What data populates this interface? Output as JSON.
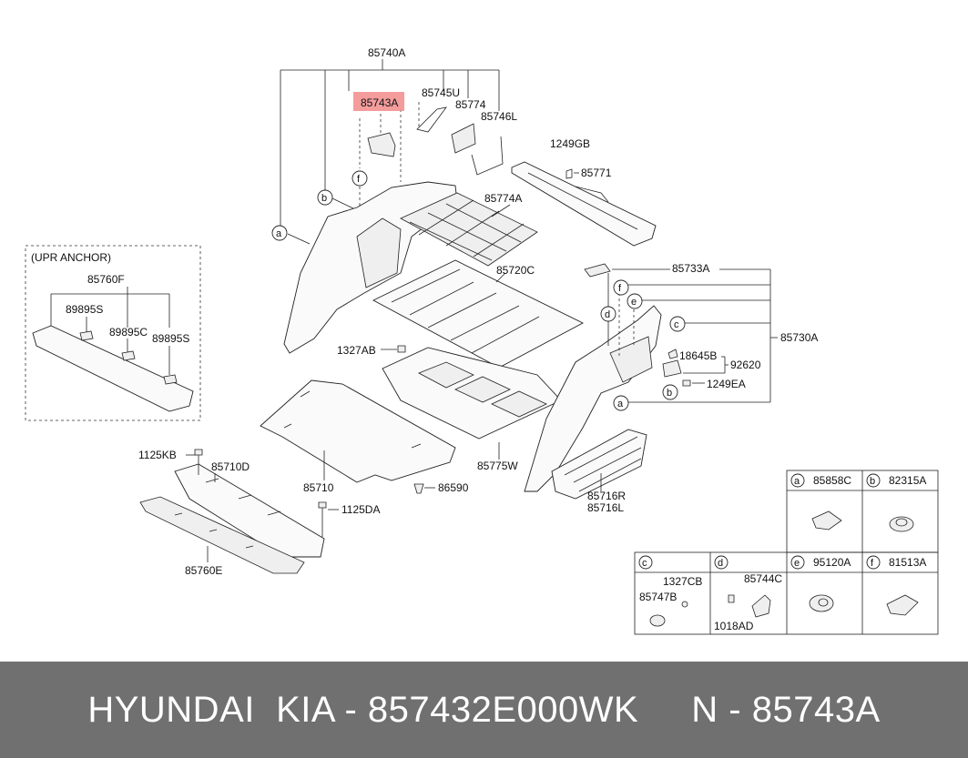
{
  "labels": {
    "p85740A": "85740A",
    "p85743A": "85743A",
    "p85745U": "85745U",
    "p85774": "85774",
    "p85746L": "85746L",
    "p1249GB": "1249GB",
    "p85771": "85771",
    "p85774A": "85774A",
    "p85720C": "85720C",
    "p85733A": "85733A",
    "p85730A": "85730A",
    "p18645B": "18645B",
    "p92620": "92620",
    "p1249EA": "1249EA",
    "p1327AB": "1327AB",
    "p85775W": "85775W",
    "p85716R": "85716R",
    "p85716L": "85716L",
    "p86590": "86590",
    "p85710": "85710",
    "p85710D": "85710D",
    "p1125KB": "1125KB",
    "p1125DA": "1125DA",
    "p85760E": "85760E",
    "upr_anchor": "(UPR ANCHOR)",
    "p85760F": "85760F",
    "p89895S_1": "89895S",
    "p89895C": "89895C",
    "p89895S_2": "89895S"
  },
  "callouts": {
    "a": "a",
    "b": "b",
    "c": "c",
    "d": "d",
    "e": "e",
    "f": "f"
  },
  "legend": {
    "a_code": "85858C",
    "b_code": "82315A",
    "c_code1": "1327CB",
    "c_code2": "85747B",
    "d_code1": "85744C",
    "d_code2": "1018AD",
    "e_code": "95120A",
    "f_code": "81513A"
  },
  "footer": {
    "text": "HYUNDAI  KIA - 857432E000WK     N - 85743A"
  },
  "colors": {
    "highlight": "#f28b8b",
    "footer_bg": "#707070",
    "footer_text": "#ffffff"
  }
}
